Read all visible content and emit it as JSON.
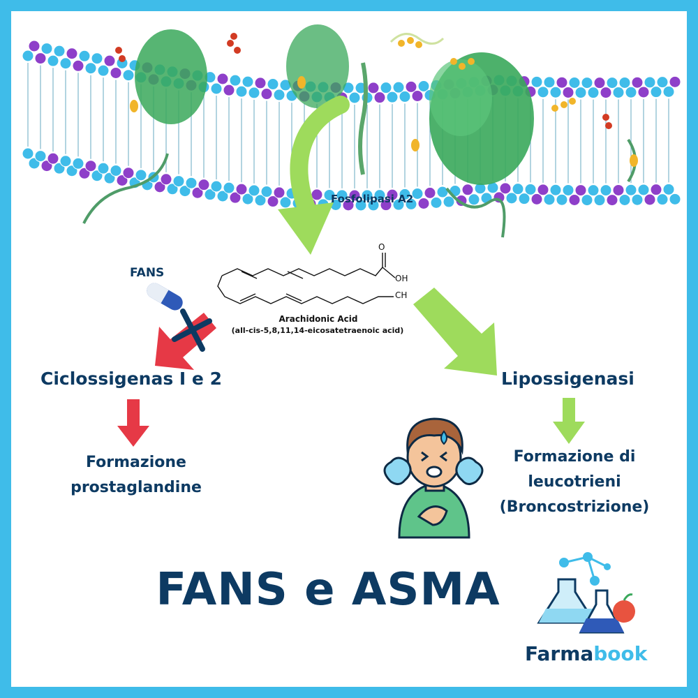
{
  "labels": {
    "enzyme_pla2": "Fosfolipasi A2",
    "drug": "FANS",
    "cox": "Ciclossigenas I e 2",
    "lox": "Lipossigenasi",
    "prostaglandin_line1": "Formazione",
    "prostaglandin_line2": "prostaglandine",
    "leuko_line1": "Formazione di",
    "leuko_line2": "leucotrieni",
    "leuko_line3": "(Broncostrizione)"
  },
  "molecule": {
    "name": "Arachidonic Acid",
    "iupac": "(all-cis-5,8,11,14-eicosatetraenoic acid)",
    "atom_o": "O",
    "atom_oh": "OH",
    "atom_ch": "CH"
  },
  "title": "FANS e ASMA",
  "brand": {
    "part1": "Farma",
    "part2": "book"
  },
  "colors": {
    "frame": "#3fbce9",
    "text": "#0d3a62",
    "green_arrow": "#9edb5c",
    "red_arrow": "#e63946",
    "membrane_purple": "#8e3fc9",
    "membrane_cyan": "#3fbce9",
    "membrane_green": "#3aa85b"
  },
  "icons": [
    "cell-membrane-illustration",
    "pill-icon",
    "inhibition-cross-icon",
    "asthma-person-icon",
    "lab-flask-logo-icon"
  ]
}
